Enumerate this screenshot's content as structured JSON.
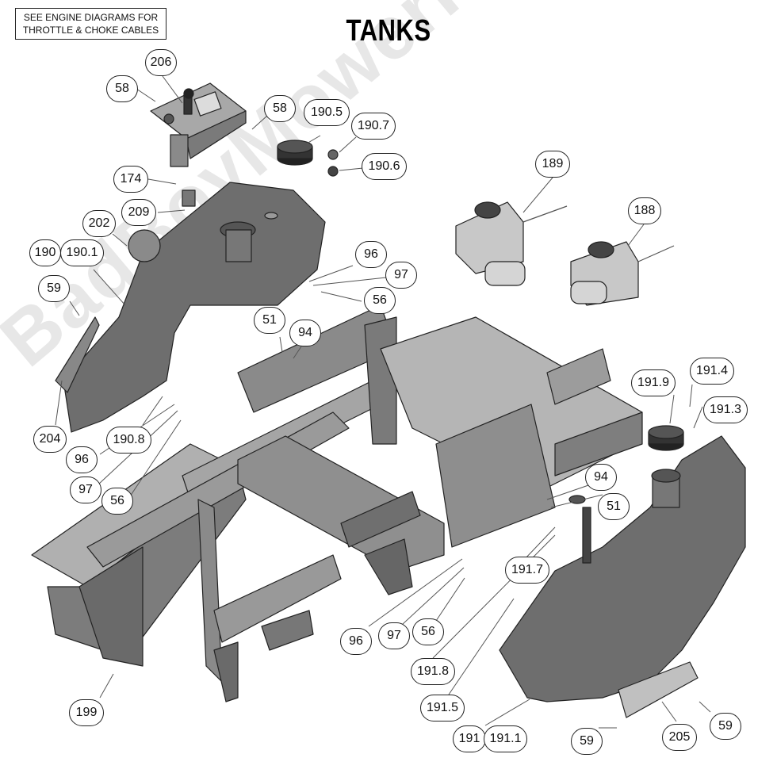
{
  "header": {
    "note_line1": "SEE ENGINE DIAGRAMS FOR",
    "note_line2": "THROTTLE & CHOKE CABLES",
    "title": "TANKS"
  },
  "watermark": "BadBoyMowerParts.com",
  "colors": {
    "part_fill": "#8a8a8a",
    "part_dark": "#5a5a5a",
    "part_light": "#b5b5b5",
    "outline": "#222222",
    "leader": "#555555"
  },
  "callouts": [
    {
      "id": "c206",
      "label": "206"
    },
    {
      "id": "c58a",
      "label": "58"
    },
    {
      "id": "c58b",
      "label": "58"
    },
    {
      "id": "c190_5",
      "label": "190.5"
    },
    {
      "id": "c190_7",
      "label": "190.7"
    },
    {
      "id": "c190_6",
      "label": "190.6"
    },
    {
      "id": "c189",
      "label": "189"
    },
    {
      "id": "c188",
      "label": "188"
    },
    {
      "id": "c174",
      "label": "174"
    },
    {
      "id": "c209",
      "label": "209"
    },
    {
      "id": "c202",
      "label": "202"
    },
    {
      "id": "c190",
      "label": "190"
    },
    {
      "id": "c190_1",
      "label": "190.1"
    },
    {
      "id": "c96a",
      "label": "96"
    },
    {
      "id": "c97a",
      "label": "97"
    },
    {
      "id": "c56a",
      "label": "56"
    },
    {
      "id": "c59a",
      "label": "59"
    },
    {
      "id": "c51a",
      "label": "51"
    },
    {
      "id": "c94a",
      "label": "94"
    },
    {
      "id": "c191_9",
      "label": "191.9"
    },
    {
      "id": "c191_4",
      "label": "191.4"
    },
    {
      "id": "c191_3",
      "label": "191.3"
    },
    {
      "id": "c204",
      "label": "204"
    },
    {
      "id": "c190_8",
      "label": "190.8"
    },
    {
      "id": "c96b",
      "label": "96"
    },
    {
      "id": "c97b",
      "label": "97"
    },
    {
      "id": "c56b",
      "label": "56"
    },
    {
      "id": "c94b",
      "label": "94"
    },
    {
      "id": "c51b",
      "label": "51"
    },
    {
      "id": "c191_7",
      "label": "191.7"
    },
    {
      "id": "c96c",
      "label": "96"
    },
    {
      "id": "c97c",
      "label": "97"
    },
    {
      "id": "c56c",
      "label": "56"
    },
    {
      "id": "c191_8",
      "label": "191.8"
    },
    {
      "id": "c191_5",
      "label": "191.5"
    },
    {
      "id": "c199",
      "label": "199"
    },
    {
      "id": "c191",
      "label": "191"
    },
    {
      "id": "c191_1",
      "label": "191.1"
    },
    {
      "id": "c59b",
      "label": "59"
    },
    {
      "id": "c205",
      "label": "205"
    },
    {
      "id": "c59c",
      "label": "59"
    }
  ]
}
